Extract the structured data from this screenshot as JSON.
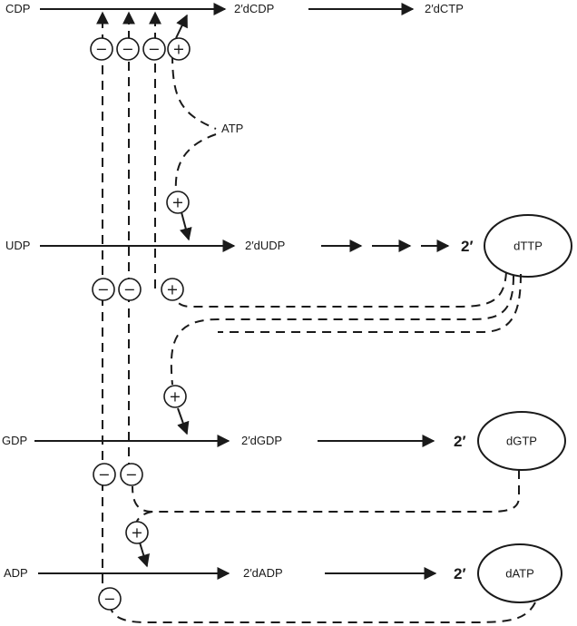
{
  "rows": {
    "cdp": {
      "substrate": "CDP",
      "product": "2′dCDP",
      "final": "2′dCTP"
    },
    "udp": {
      "substrate": "UDP",
      "product": "2′dUDP",
      "prime": "2′",
      "effector": "dTTP"
    },
    "gdp": {
      "substrate": "GDP",
      "product": "2′dGDP",
      "prime": "2′",
      "effector": "dGTP"
    },
    "adp": {
      "substrate": "ADP",
      "product": "2′dADP",
      "prime": "2′",
      "effector": "dATP"
    }
  },
  "atp_label": "ATP",
  "signs": {
    "minus": "−",
    "plus": "+"
  }
}
